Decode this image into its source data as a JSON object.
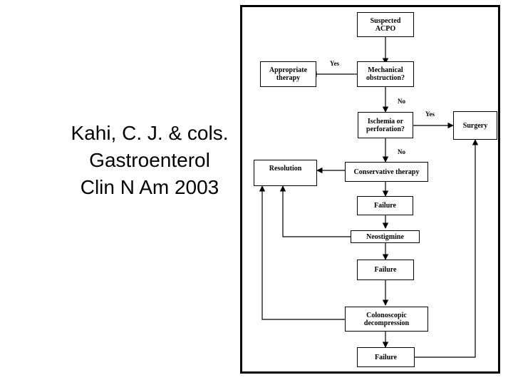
{
  "citation": {
    "line1": "Kahi, C. J. & cols.",
    "line2": "Gastroenterol",
    "line3": "Clin N Am 2003"
  },
  "flowchart": {
    "nodes": {
      "suspected": "Suspected\nACPO",
      "mechanical": "Mechanical\nobstruction?",
      "appropriate": "Appropriate\ntherapy",
      "ischemia": "Ischemia or\nperforation?",
      "surgery": "Surgery",
      "conservative": "Conservative therapy",
      "resolution": "Resolution",
      "failure1": "Failure",
      "neostigmine": "Neostigmine",
      "failure2": "Failure",
      "colonoscopic": "Colonoscopic\ndecompression",
      "failure3": "Failure"
    },
    "edge_labels": {
      "yes1": "Yes",
      "no1": "No",
      "yes2": "Yes",
      "no2": "No"
    }
  }
}
